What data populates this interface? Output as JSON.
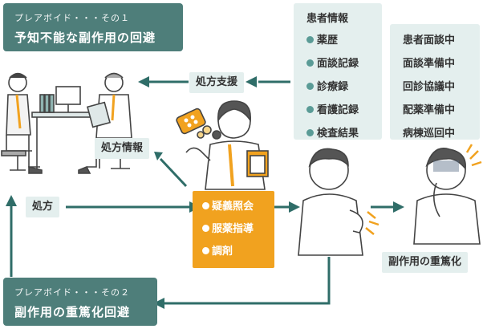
{
  "top_left_box": {
    "small": "プレアボイド・・・その１",
    "big": "予知不能な副作用の回避"
  },
  "bottom_left_box": {
    "small": "プレアボイド・・・その２",
    "big": "副作用の重篤化回避"
  },
  "patient_info": {
    "title": "患者情報",
    "items": [
      "薬歴",
      "面談記録",
      "診療録",
      "看護記録",
      "検査結果"
    ]
  },
  "status_list": [
    "患者面談中",
    "面談準備中",
    "回診協議中",
    "配薬準備中",
    "病棟巡回中"
  ],
  "labels": {
    "prescription_support": "処方支援",
    "prescription_info": "処方情報",
    "prescription": "処方",
    "side_effect_aggravation": "副作用の重篤化"
  },
  "pharmacist_tasks": [
    "疑義照会",
    "服薬指導",
    "調剤"
  ],
  "colors": {
    "teal": "#4e7e7a",
    "light": "#e4efee",
    "orange": "#f1a21f",
    "arrow": "#2f6d68",
    "line": "#4a4a4a"
  }
}
